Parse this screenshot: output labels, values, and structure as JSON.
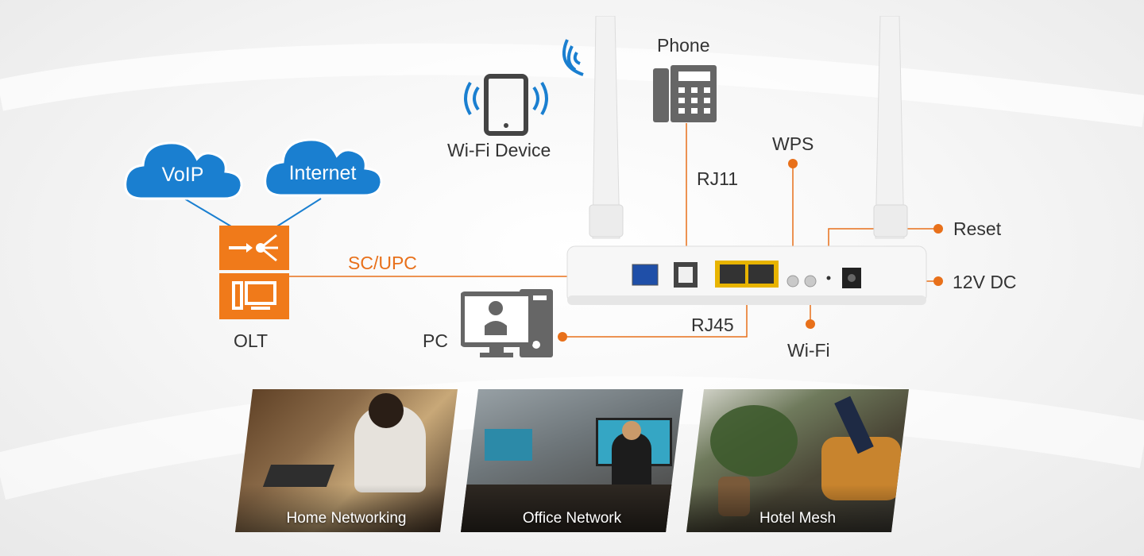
{
  "labels": {
    "voip": "VoIP",
    "internet": "Internet",
    "olt": "OLT",
    "sc_upc": "SC/UPC",
    "wifi_device": "Wi-Fi Device",
    "phone": "Phone",
    "rj11": "RJ11",
    "wps": "WPS",
    "reset": "Reset",
    "dc": "12V DC",
    "pc": "PC",
    "rj45": "RJ45",
    "wifi": "Wi-Fi"
  },
  "scenarios": [
    {
      "caption": "Home Networking"
    },
    {
      "caption": "Office Network"
    },
    {
      "caption": "Hotel Mesh"
    }
  ],
  "colors": {
    "accent": "#e8701a",
    "cloud": "#1a7fd0",
    "icon_gray": "#6a6a6a"
  }
}
